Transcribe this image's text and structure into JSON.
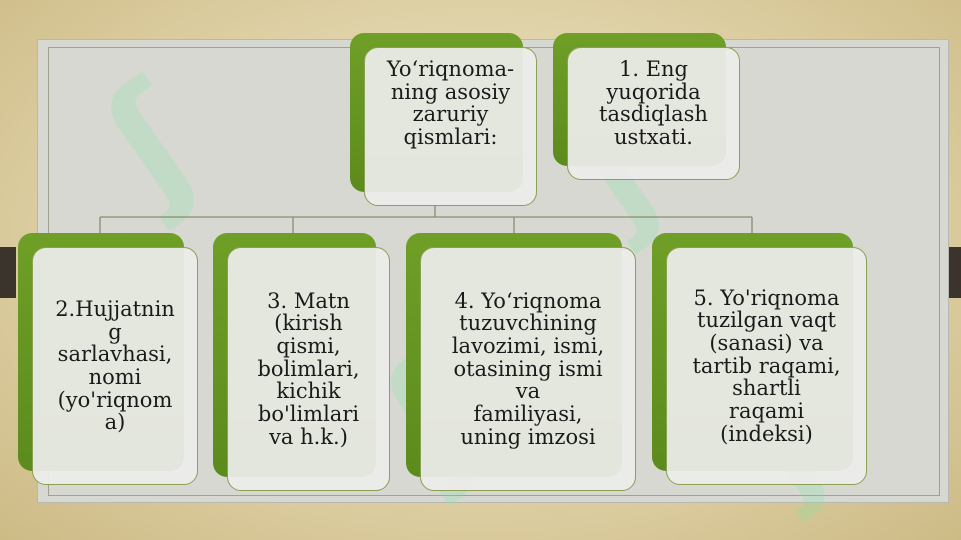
{
  "diagram": {
    "root": {
      "text": "Yo‘riqnoma-\nning asosiy\nzaruriy\nqismlari:"
    },
    "side_note": {
      "text": "1. Eng\nyuqorida\ntasdiqlash\nustxati."
    },
    "children": [
      {
        "text": "2.Hujjatnin\ng\nsarlavhasi,\nnomi\n(yo'riqnom\na)"
      },
      {
        "text": "3. Matn\n(kirish\nqismi,\nbolimlari,\nkichik\nbo'limlari\nva h.k.)"
      },
      {
        "text": "4. Yo‘riqnoma\ntuzuvchining\nlavozimi, ismi,\notasining ismi\nva\nfamiliyasi,\nuning imzosi"
      },
      {
        "text": "5. Yo'riqnoma\ntuzilgan vaqt\n(sanasi) va\ntartib raqami,\nshartli\nraqami\n(indeksi)"
      }
    ]
  },
  "colors": {
    "accent_green": "#6a9a24",
    "card_fill": "#ececea",
    "panel": "#d8d8d3",
    "background": "#e3d6ae",
    "side_tab": "#3b342c"
  }
}
